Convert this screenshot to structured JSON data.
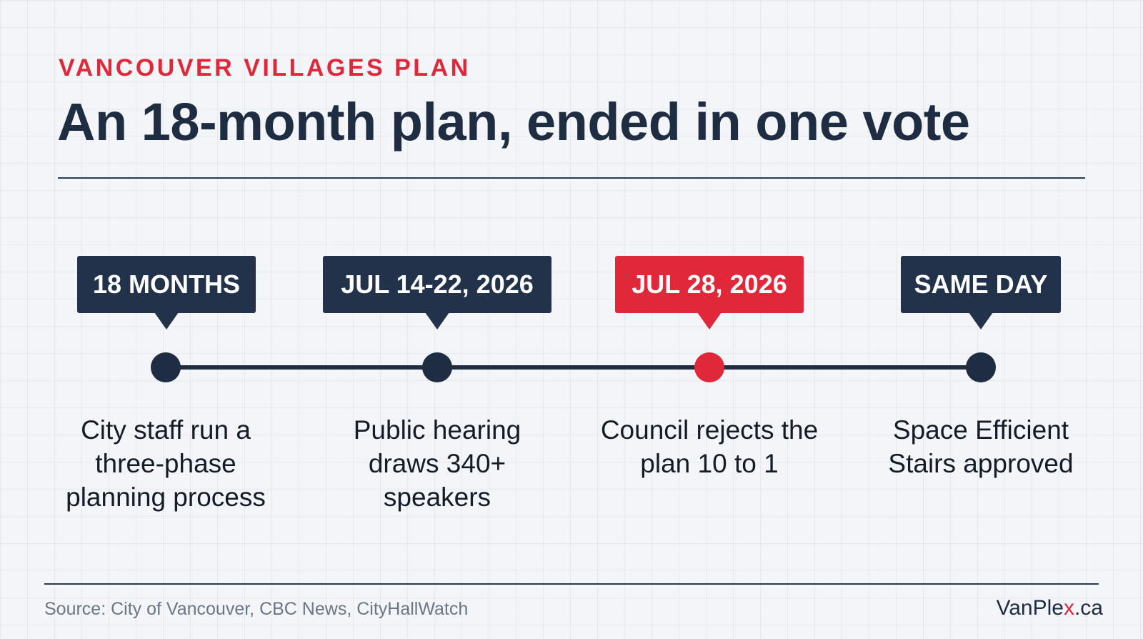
{
  "kicker": "VANCOUVER VILLAGES PLAN",
  "headline": "An 18-month plan, ended in one vote",
  "timeline": [
    {
      "tag": "18 MONTHS",
      "description": "City staff run a three-phase planning process",
      "highlight": false
    },
    {
      "tag": "JUL 14-22, 2026",
      "description": "Public hearing draws 340+ speakers",
      "highlight": false
    },
    {
      "tag": "JUL 28, 2026",
      "description": "Council rejects the plan 10 to 1",
      "highlight": true
    },
    {
      "tag": "SAME DAY",
      "description": "Space Efficient Stairs approved",
      "highlight": false
    }
  ],
  "footer": {
    "source": "Source: City of Vancouver, CBC News, CityHallWatch",
    "brand_prefix": "VanPle",
    "brand_x": "x",
    "brand_suffix": ".ca"
  },
  "colors": {
    "navy": "#1f2d42",
    "accent_red": "#e0283a",
    "background": "#f3f5f8"
  }
}
